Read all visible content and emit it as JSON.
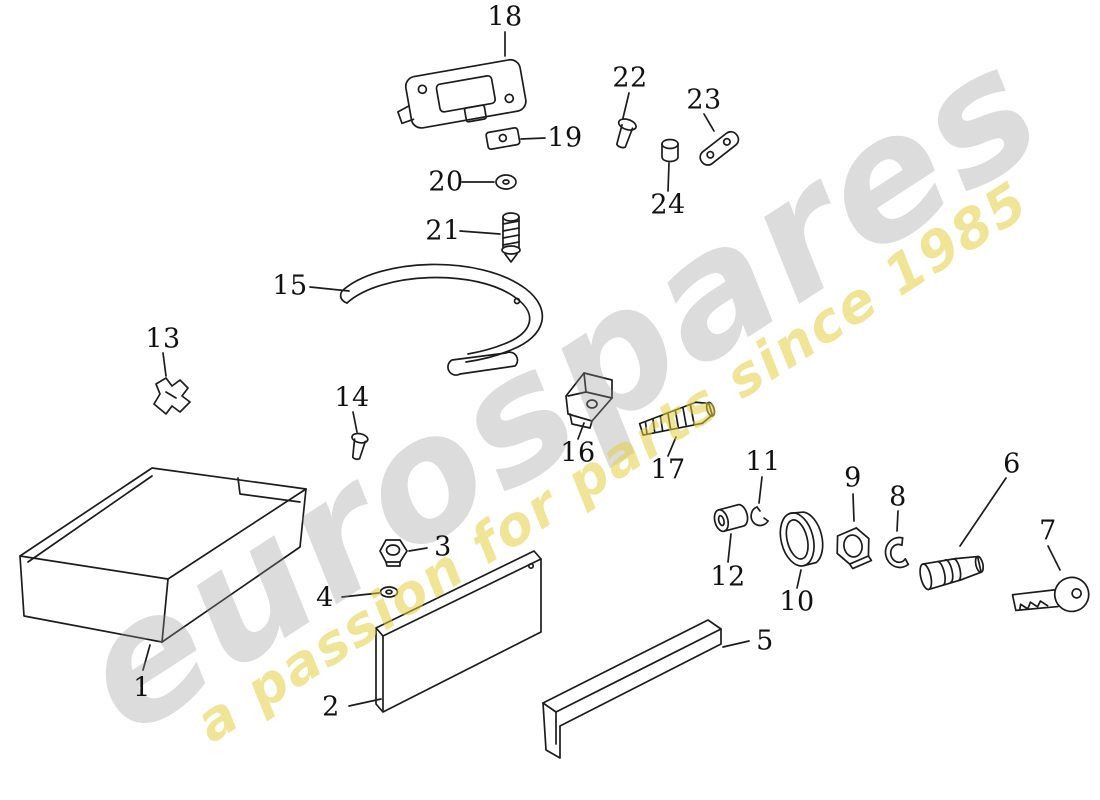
{
  "diagram": {
    "type": "exploded-parts-diagram",
    "background_color": "#ffffff",
    "line_color": "#1c1c1c"
  },
  "watermark": {
    "brand": "eurospares",
    "tagline": "a passion for parts since 1985",
    "brand_color": "#919191",
    "tagline_color": "#e3cf3f"
  },
  "labels": {
    "p1": "1",
    "p2": "2",
    "p3": "3",
    "p4": "4",
    "p5": "5",
    "p6": "6",
    "p7": "7",
    "p8": "8",
    "p9": "9",
    "p10": "10",
    "p11": "11",
    "p12": "12",
    "p13": "13",
    "p14": "14",
    "p15": "15",
    "p16": "16",
    "p17": "17",
    "p18": "18",
    "p19": "19",
    "p20": "20",
    "p21": "21",
    "p22": "22",
    "p23": "23",
    "p24": "24"
  }
}
